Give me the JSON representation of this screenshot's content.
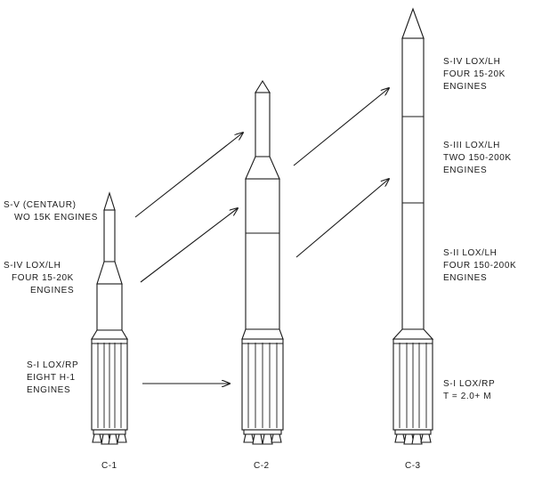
{
  "left_labels": {
    "s5": [
      "S-V (CENTAUR)",
      "WO 15K ENGINES"
    ],
    "s4": [
      "S-IV LOX/LH",
      "FOUR 15-20K",
      "ENGINES"
    ],
    "s1": [
      "S-I LOX/RP",
      "EIGHT H-1",
      "ENGINES"
    ]
  },
  "right_labels": {
    "s4": [
      "S-IV LOX/LH",
      "FOUR 15-20K",
      "ENGINES"
    ],
    "s3": [
      "S-III LOX/LH",
      "TWO 150-200K",
      "ENGINES"
    ],
    "s2": [
      "S-II LOX/LH",
      "FOUR 150-200K",
      "ENGINES"
    ],
    "s1": [
      "S-I LOX/RP",
      "T = 2.0+ M"
    ]
  },
  "rockets": [
    {
      "name": "C-1"
    },
    {
      "name": "C-2"
    },
    {
      "name": "C-3"
    }
  ]
}
